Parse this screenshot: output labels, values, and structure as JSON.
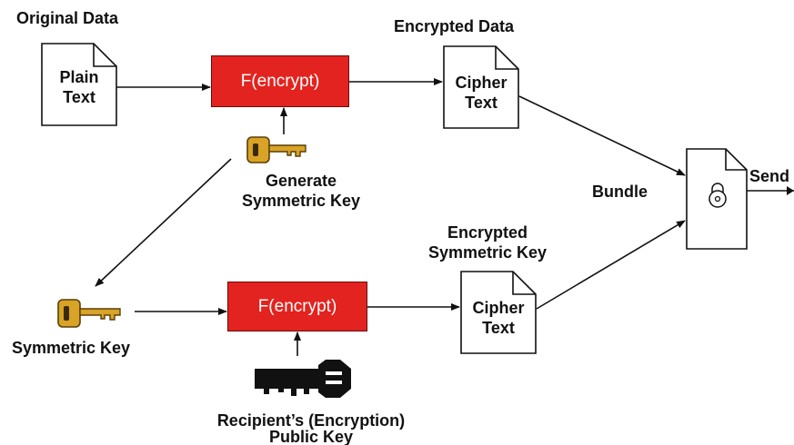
{
  "labels": {
    "original_data": "Original Data",
    "encrypted_data": "Encrypted Data",
    "generate_key_line1": "Generate",
    "generate_key_line2": "Symmetric Key",
    "bundle": "Bundle",
    "send": "Send",
    "encrypted_key_line1": "Encrypted",
    "encrypted_key_line2": "Symmetric Key",
    "symmetric_key": "Symmetric Key",
    "recipient_key_line1": "Recipient’s (Encryption)",
    "recipient_key_line2": "Public Key"
  },
  "documents": {
    "plain_text_line1": "Plain",
    "plain_text_line2": "Text",
    "cipher_top_line1": "Cipher",
    "cipher_top_line2": "Text",
    "cipher_bottom_line1": "Cipher",
    "cipher_bottom_line2": "Text"
  },
  "functions": {
    "encrypt_top": "F(encrypt)",
    "encrypt_bottom": "F(encrypt)"
  },
  "colors": {
    "function_box": "#e3231f",
    "gold_key": "#d8a326",
    "black_key": "#111111"
  },
  "icons": {
    "gold_key": "key-icon",
    "black_key": "key-icon",
    "lock": "lock-icon"
  }
}
